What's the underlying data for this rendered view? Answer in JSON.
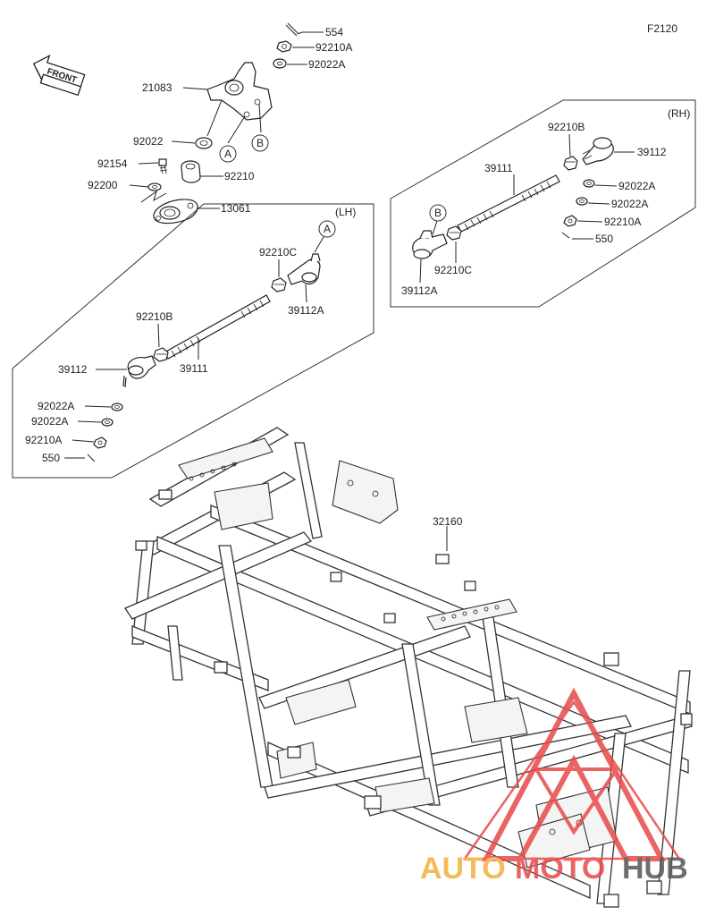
{
  "figure_code": "F2120",
  "front_label": "FRONT",
  "watermark": {
    "text_left": "AUTO",
    "text_mid": "MOTO",
    "text_right": "HUB",
    "color": "#e84a4a",
    "accent": "#f0b040"
  },
  "top_group": {
    "parts": {
      "p554": "554",
      "p92210A": "92210A",
      "p92022A": "92022A",
      "p21083": "21083",
      "p92022": "92022",
      "p92154": "92154",
      "p92210": "92210",
      "p92200": "92200",
      "p13061": "13061"
    },
    "ref_a": "A",
    "ref_b": "B"
  },
  "rh_group": {
    "side": "(RH)",
    "parts": {
      "p92210B": "92210B",
      "p39112": "39112",
      "p39111": "39111",
      "p92022A_1": "92022A",
      "p92022A_2": "92022A",
      "p92210A": "92210A",
      "p550": "550",
      "p92210C": "92210C",
      "p39112A": "39112A"
    },
    "ref_b": "B"
  },
  "lh_group": {
    "side": "(LH)",
    "parts": {
      "p92210C": "92210C",
      "p39112A": "39112A",
      "p92210B": "92210B",
      "p39112": "39112",
      "p39111": "39111",
      "p92022A_1": "92022A",
      "p92022A_2": "92022A",
      "p92210A": "92210A",
      "p550": "550"
    },
    "ref_a": "A"
  },
  "frame_group": {
    "parts": {
      "p32160": "32160"
    }
  }
}
